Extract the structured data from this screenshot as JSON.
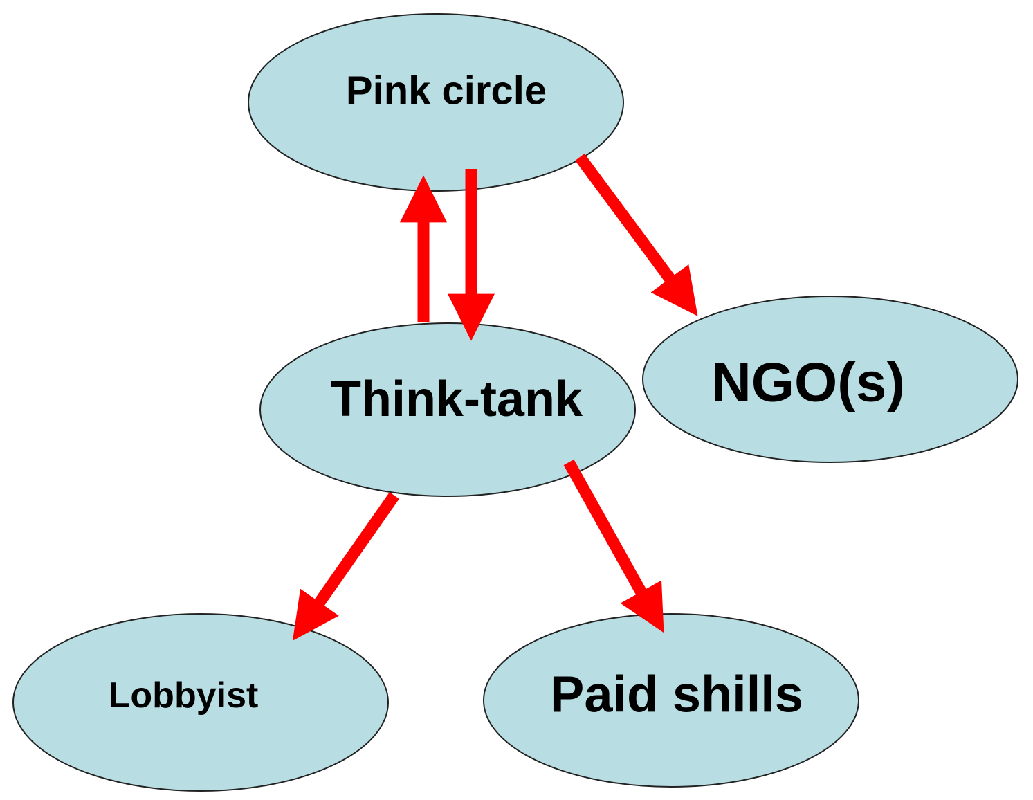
{
  "diagram": {
    "title": "",
    "colors": {
      "node_fill": "#b8dde2",
      "node_stroke": "#222222",
      "arrow": "#ff0000",
      "background": "#ffffff"
    },
    "nodes": [
      {
        "id": "pink-circle",
        "label": "Pink circle"
      },
      {
        "id": "think-tank",
        "label": "Think-tank"
      },
      {
        "id": "ngos",
        "label": "NGO(s)"
      },
      {
        "id": "lobbyist",
        "label": "Lobbyist"
      },
      {
        "id": "paid-shills",
        "label": "Paid shills"
      }
    ],
    "edges": [
      {
        "from": "think-tank",
        "to": "pink-circle"
      },
      {
        "from": "pink-circle",
        "to": "think-tank"
      },
      {
        "from": "pink-circle",
        "to": "ngos"
      },
      {
        "from": "think-tank",
        "to": "lobbyist"
      },
      {
        "from": "think-tank",
        "to": "paid-shills"
      }
    ]
  }
}
